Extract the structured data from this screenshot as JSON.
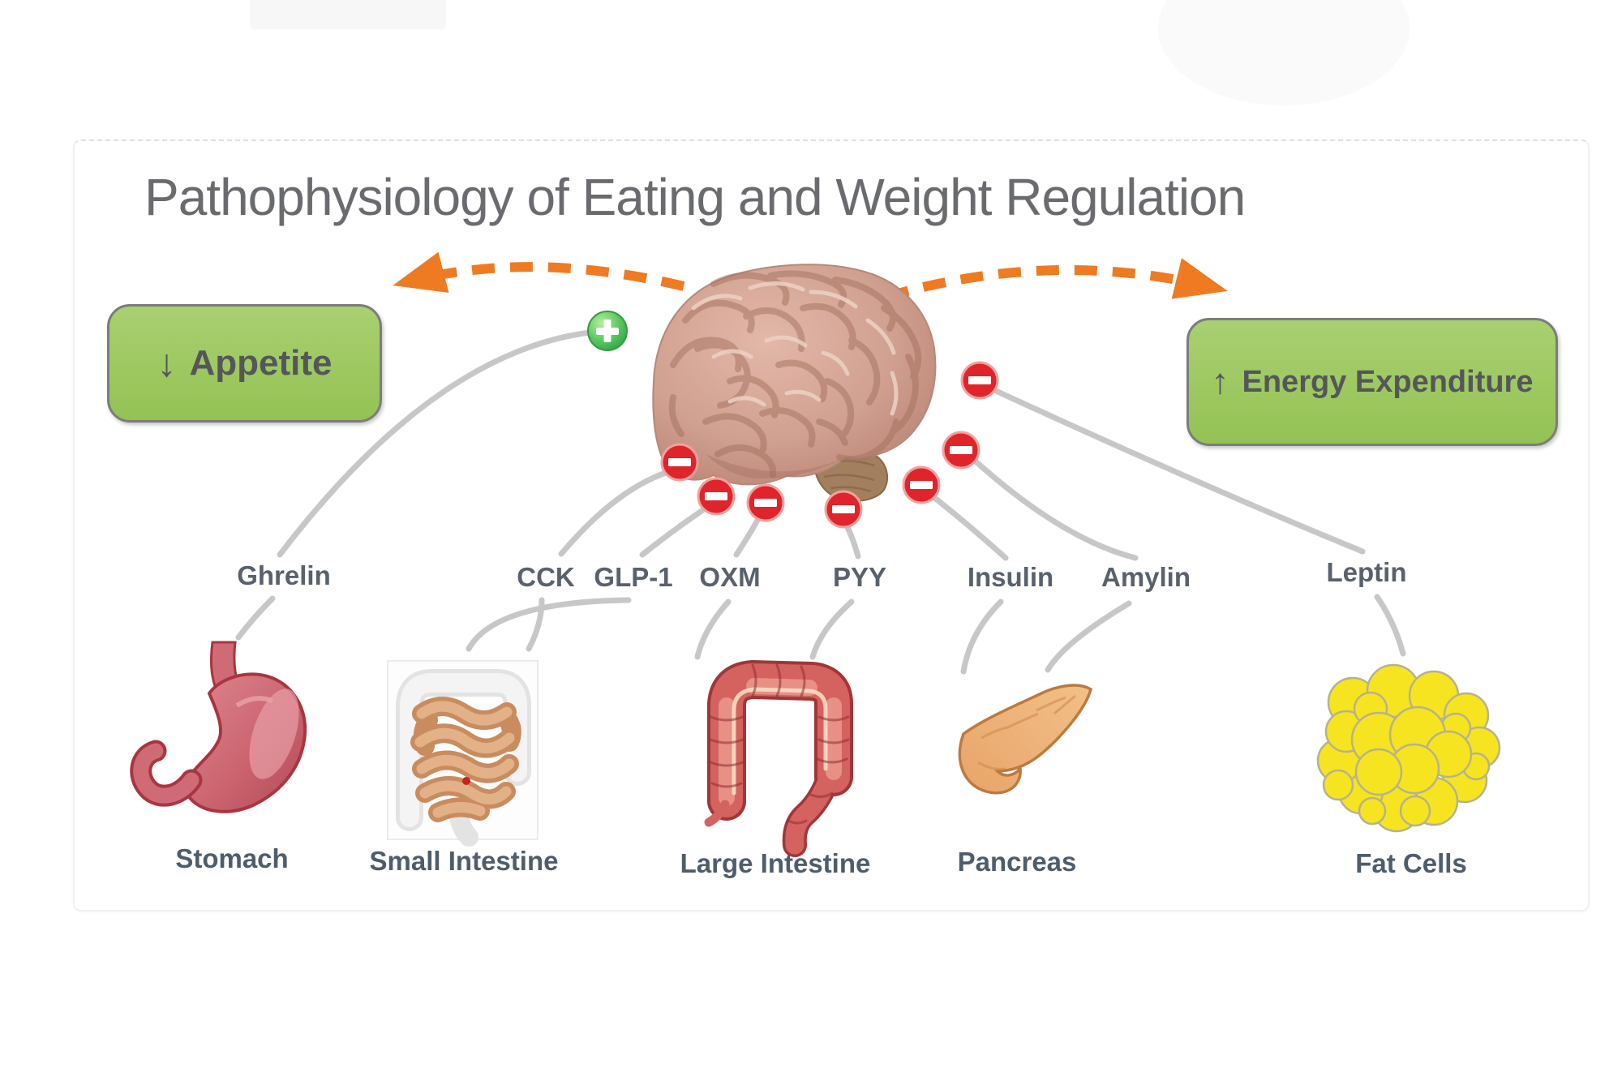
{
  "title": "Pathophysiology of Eating and Weight Regulation",
  "outcomes": {
    "appetite": {
      "arrow": "↓",
      "label": "Appetite"
    },
    "energy_expenditure": {
      "arrow": "↑",
      "label": "Energy Expenditure"
    }
  },
  "hormones": [
    {
      "label": "Ghrelin",
      "signal": "plus",
      "organ": "Stomach"
    },
    {
      "label": "CCK",
      "signal": "minus",
      "organ": "Small Intestine"
    },
    {
      "label": "GLP-1",
      "signal": "minus",
      "organ": "Small Intestine"
    },
    {
      "label": "OXM",
      "signal": "minus",
      "organ": "Large Intestine"
    },
    {
      "label": "PYY",
      "signal": "minus",
      "organ": "Large Intestine"
    },
    {
      "label": "Insulin",
      "signal": "minus",
      "organ": "Pancreas"
    },
    {
      "label": "Amylin",
      "signal": "minus",
      "organ": "Pancreas"
    },
    {
      "label": "Leptin",
      "signal": "minus",
      "organ": "Fat Cells"
    }
  ],
  "organs": [
    {
      "label": "Stomach"
    },
    {
      "label": "Small Intestine"
    },
    {
      "label": "Large Intestine"
    },
    {
      "label": "Pancreas"
    },
    {
      "label": "Fat Cells"
    }
  ],
  "colors": {
    "accent_green": "#9cc860",
    "arrow_orange": "#ee7b22",
    "sign_red": "#e0242b",
    "plus_green": "#3fb54a",
    "line_gray": "#c7c7c7",
    "title_gray": "#6a6b6e",
    "label_slate": "#54606e"
  }
}
